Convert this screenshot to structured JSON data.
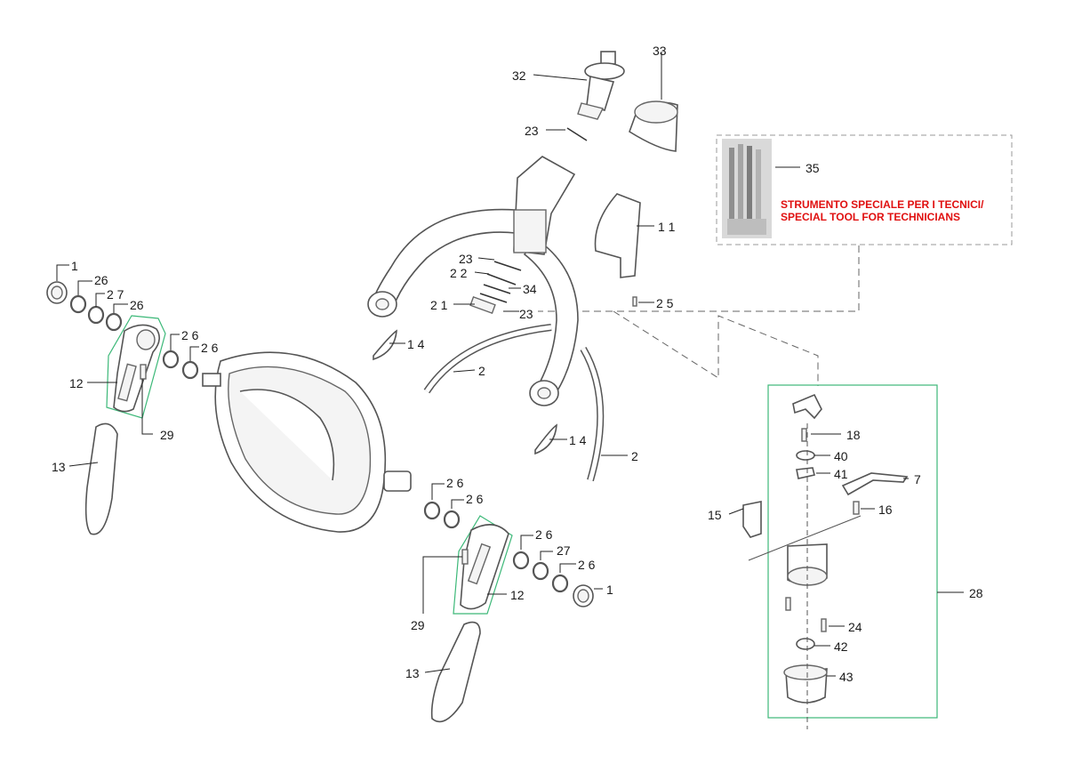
{
  "diagram": {
    "labels": {
      "l1a": "1",
      "l26a": "26",
      "l27a": "2 7",
      "l26b": "26",
      "l26c": "2 6",
      "l26d": "2 6",
      "l12a": "12",
      "l29a": "29",
      "l13a": "13",
      "l32": "32",
      "l33": "33",
      "l23a": "23",
      "l11": "1 1",
      "l23b": "23",
      "l22": "2 2",
      "l34": "34",
      "l21": "2 1",
      "l23c": "23",
      "l25": "2 5",
      "l14a": "1 4",
      "l2a": "2",
      "l14b": "1 4",
      "l2b": "2",
      "l26e": "2 6",
      "l26f": "2 6",
      "l26g": "2 6",
      "l27b": "27",
      "l26h": "2 6",
      "l1b": "1",
      "l29b": "29",
      "l12b": "12",
      "l13b": "13",
      "l35": "35",
      "l18": "18",
      "l40": "40",
      "l41": "41",
      "l7": "7",
      "l15": "15",
      "l16": "16",
      "l28": "28",
      "l24": "24",
      "l42": "42",
      "l43": "43"
    },
    "tool_note": {
      "line1": "STRUMENTO SPECIALE PER I TECNICI/",
      "line2": "SPECIAL TOOL FOR TECHNICIANS"
    },
    "colors": {
      "note": "#e01010",
      "group_outline": "#3cb878",
      "dashed_outline": "#999999"
    }
  }
}
